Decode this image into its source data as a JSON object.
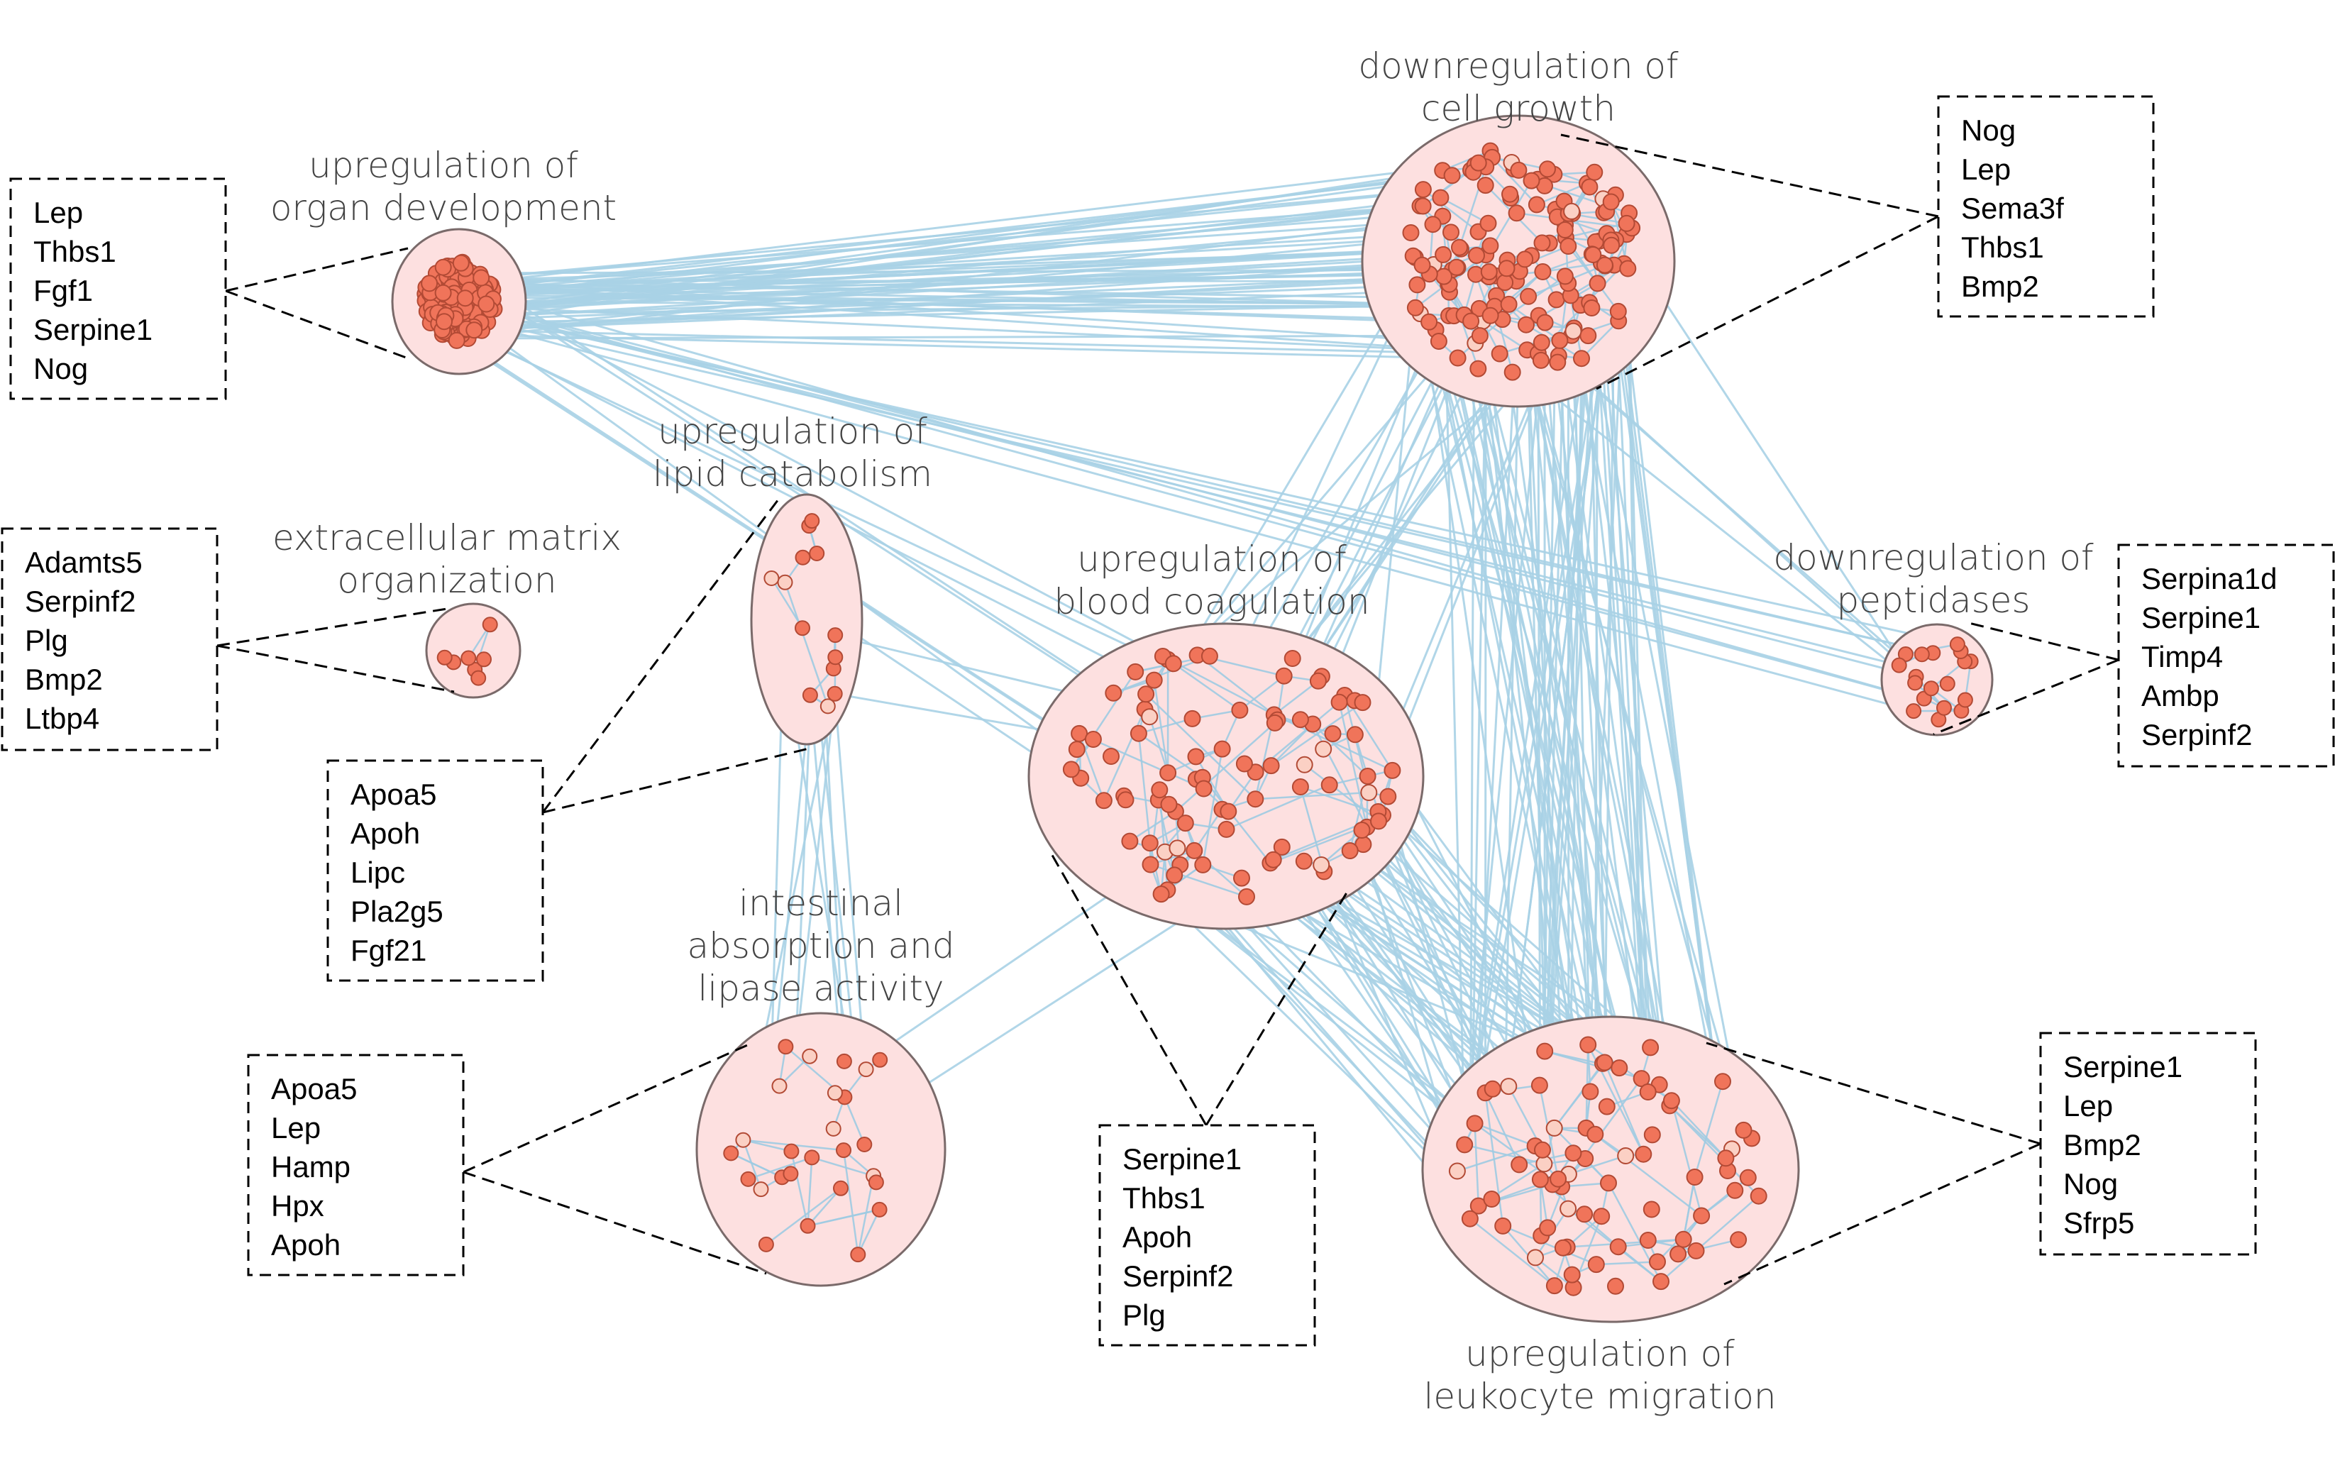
{
  "clusters": [
    {
      "id": "organ",
      "title": [
        "upregulation of",
        "organ development"
      ],
      "genes": [
        "Lep",
        "Thbs1",
        "Fgf1",
        "Serpine1",
        "Nog"
      ]
    },
    {
      "id": "growth",
      "title": [
        "downregulation of",
        "cell growth"
      ],
      "genes": [
        "Nog",
        "Lep",
        "Sema3f",
        "Thbs1",
        "Bmp2"
      ]
    },
    {
      "id": "ecm",
      "title": [
        "extracellular matrix",
        "organization"
      ],
      "genes": [
        "Adamts5",
        "Serpinf2",
        "Plg",
        "Bmp2",
        "Ltbp4"
      ]
    },
    {
      "id": "lipid",
      "title": [
        "upregulation of",
        "lipid catabolism"
      ],
      "genes": [
        "Apoa5",
        "Apoh",
        "Lipc",
        "Pla2g5",
        "Fgf21"
      ]
    },
    {
      "id": "coag",
      "title": [
        "upregulation of",
        "blood coagulation"
      ],
      "genes": [
        "Serpine1",
        "Thbs1",
        "Apoh",
        "Serpinf2",
        "Plg"
      ]
    },
    {
      "id": "pept",
      "title": [
        "downregulation of",
        "peptidases"
      ],
      "genes": [
        "Serpina1d",
        "Serpine1",
        "Timp4",
        "Ambp",
        "Serpinf2"
      ]
    },
    {
      "id": "intest",
      "title": [
        "intestinal",
        "absorption and",
        "lipase activity"
      ],
      "genes": [
        "Apoa5",
        "Lep",
        "Hamp",
        "Hpx",
        "Apoh"
      ]
    },
    {
      "id": "leuko",
      "title": [
        "upregulation of",
        "leukocyte migration"
      ],
      "genes": [
        "Serpine1",
        "Lep",
        "Bmp2",
        "Nog",
        "Sfrp5"
      ]
    }
  ],
  "colors": {
    "cluster_fill": "#fde0e0",
    "cluster_stroke": "#7a6a6a",
    "edge": "#a9d2e6",
    "node_fill": "#f0745a",
    "node_light": "#fbd0c4",
    "node_stroke": "#b24a35"
  }
}
